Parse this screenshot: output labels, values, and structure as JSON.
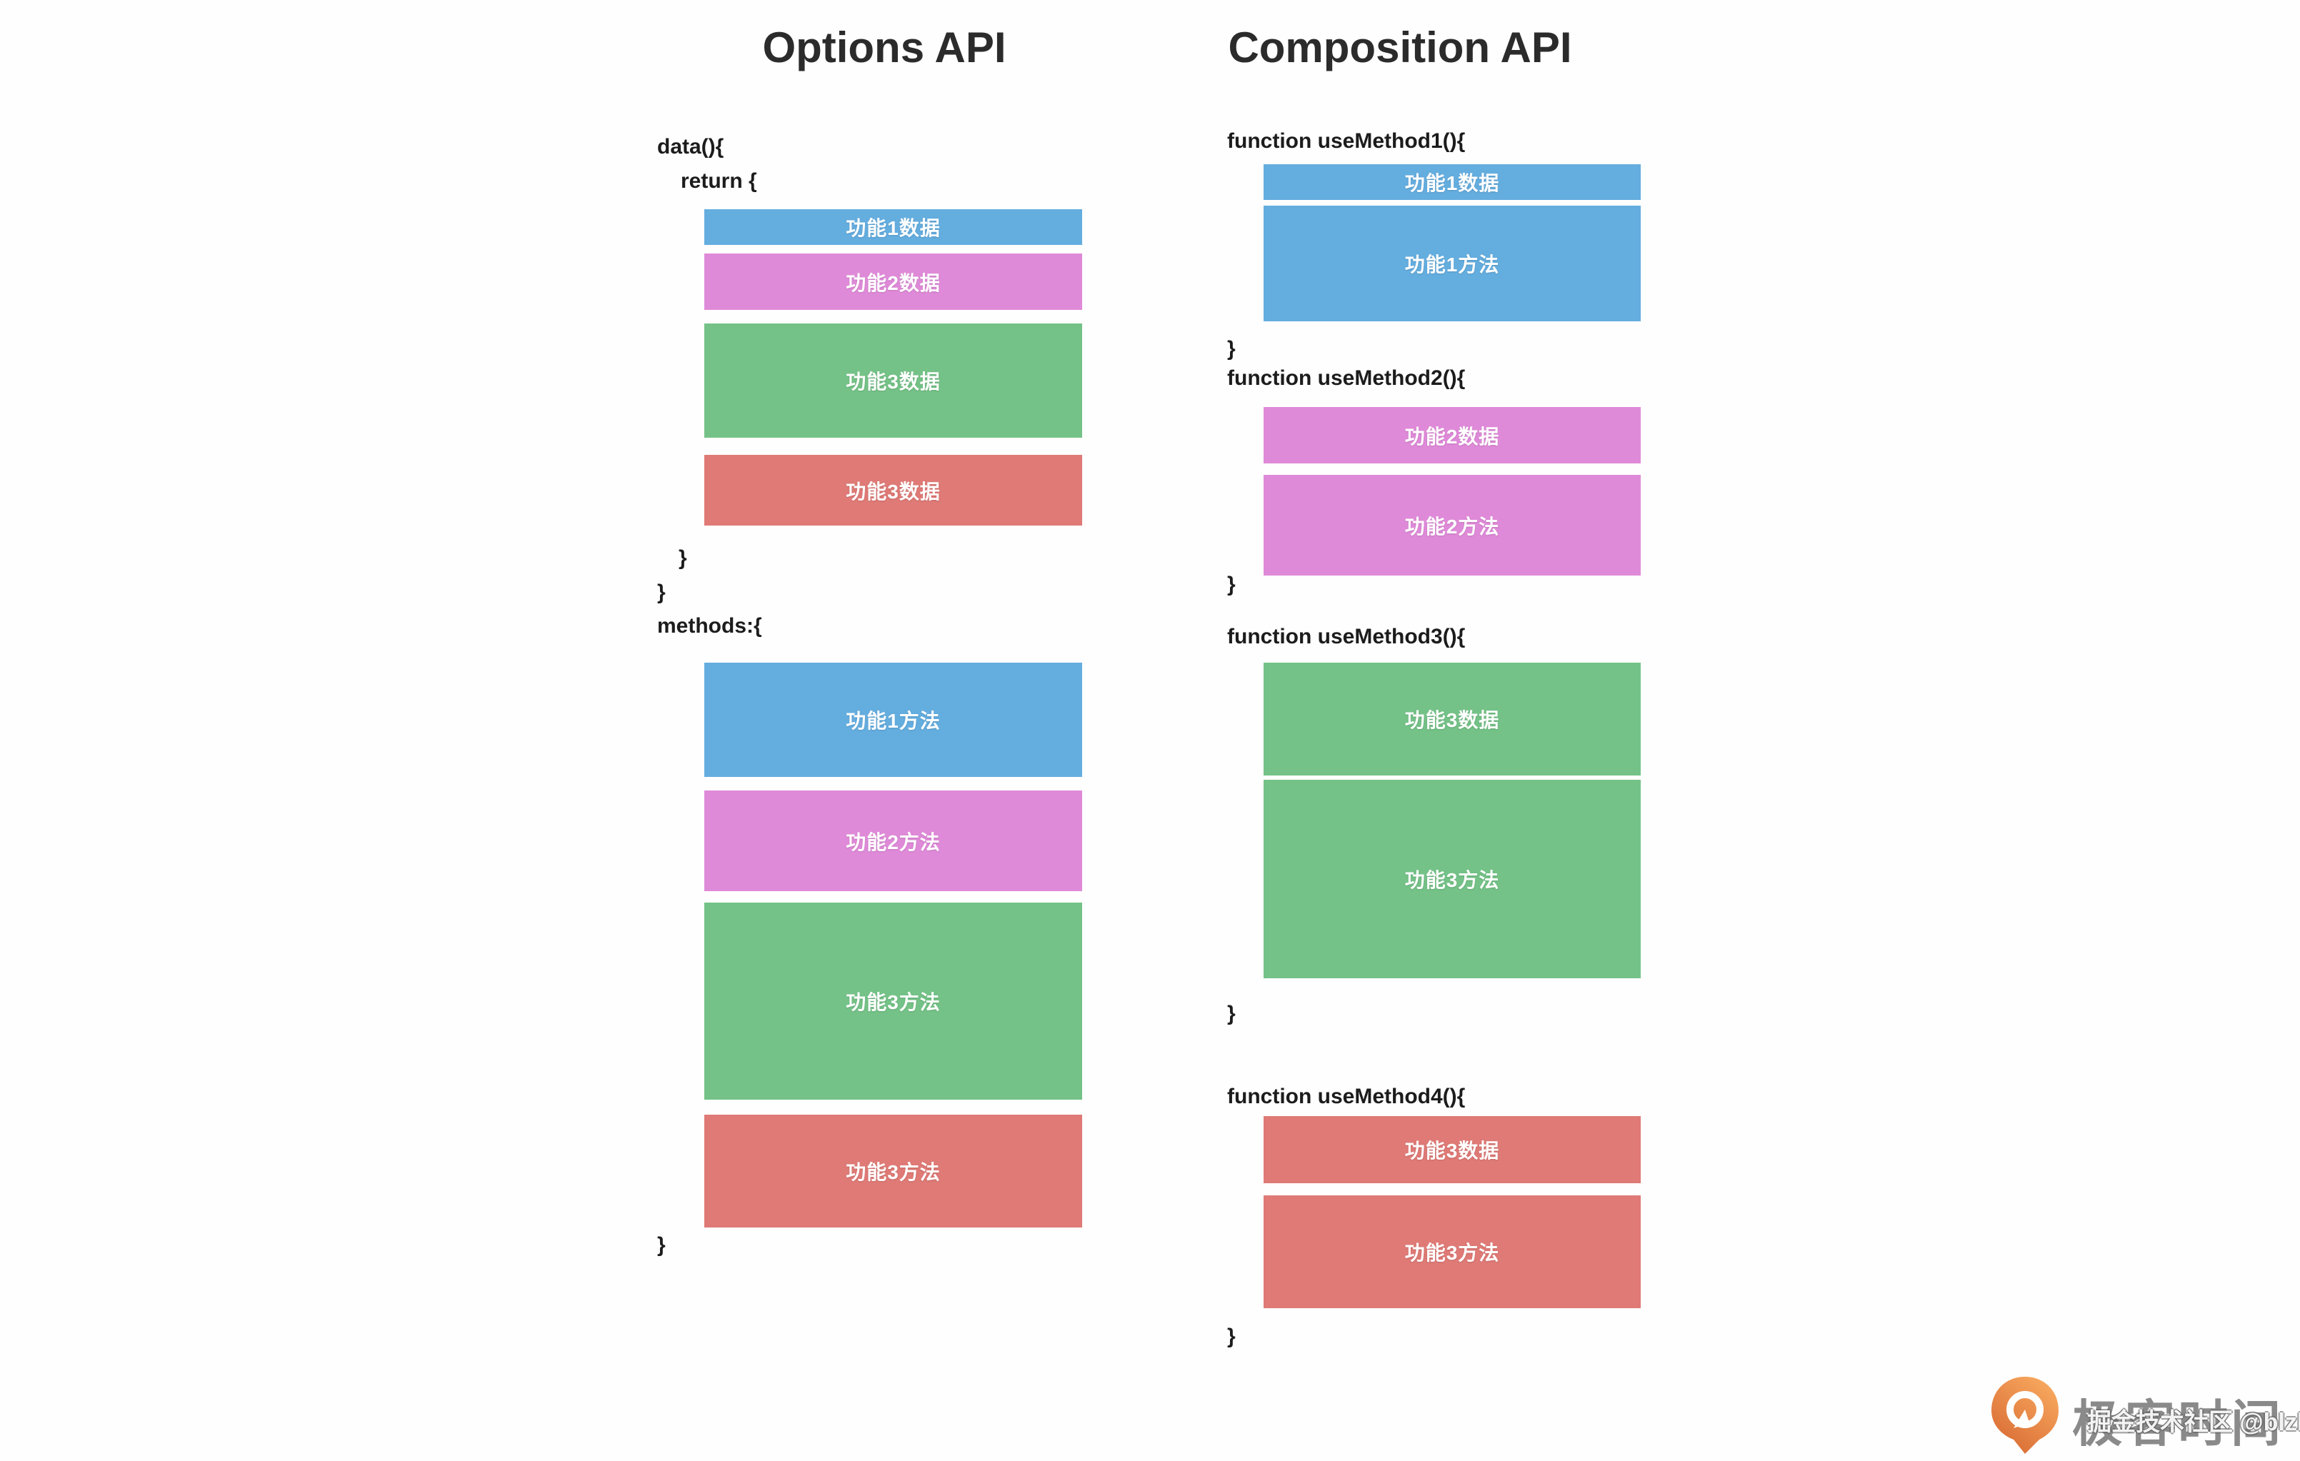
{
  "page": {
    "left_title": "Options API",
    "right_title": "Composition API"
  },
  "colors": {
    "blue": "#64ADDF",
    "pink": "#DF8AD8",
    "green": "#74C287",
    "red": "#DF7A76",
    "title_text": "#2B2B2B",
    "code_text": "#1C1C1C",
    "block_text": "#FFFFFF",
    "brand_text_gray": "#8A8A8A",
    "brand_orange": "#E8763B"
  },
  "options_api": {
    "lines": {
      "data_open": "data(){",
      "return_open": "return {",
      "return_close": "}",
      "data_close": "}",
      "methods_open": "methods:{",
      "methods_close": "}"
    },
    "data_blocks": [
      "功能1数据",
      "功能2数据",
      "功能3数据",
      "功能3数据"
    ],
    "method_blocks": [
      "功能1方法",
      "功能2方法",
      "功能3方法",
      "功能3方法"
    ]
  },
  "composition_api": {
    "functions": [
      {
        "signature": "function useMethod1(){",
        "close": "}",
        "blocks": [
          "功能1数据",
          "功能1方法"
        ]
      },
      {
        "signature": "function useMethod2(){",
        "close": "}",
        "blocks": [
          "功能2数据",
          "功能2方法"
        ]
      },
      {
        "signature": "function useMethod3(){",
        "close": "}",
        "blocks": [
          "功能3数据",
          "功能3方法"
        ]
      },
      {
        "signature": "function useMethod4(){",
        "close": "}",
        "blocks": [
          "功能3数据",
          "功能3方法"
        ]
      }
    ]
  },
  "watermark": {
    "brand": "极客时间",
    "overlay": "掘金技术社区 @blzlh"
  }
}
